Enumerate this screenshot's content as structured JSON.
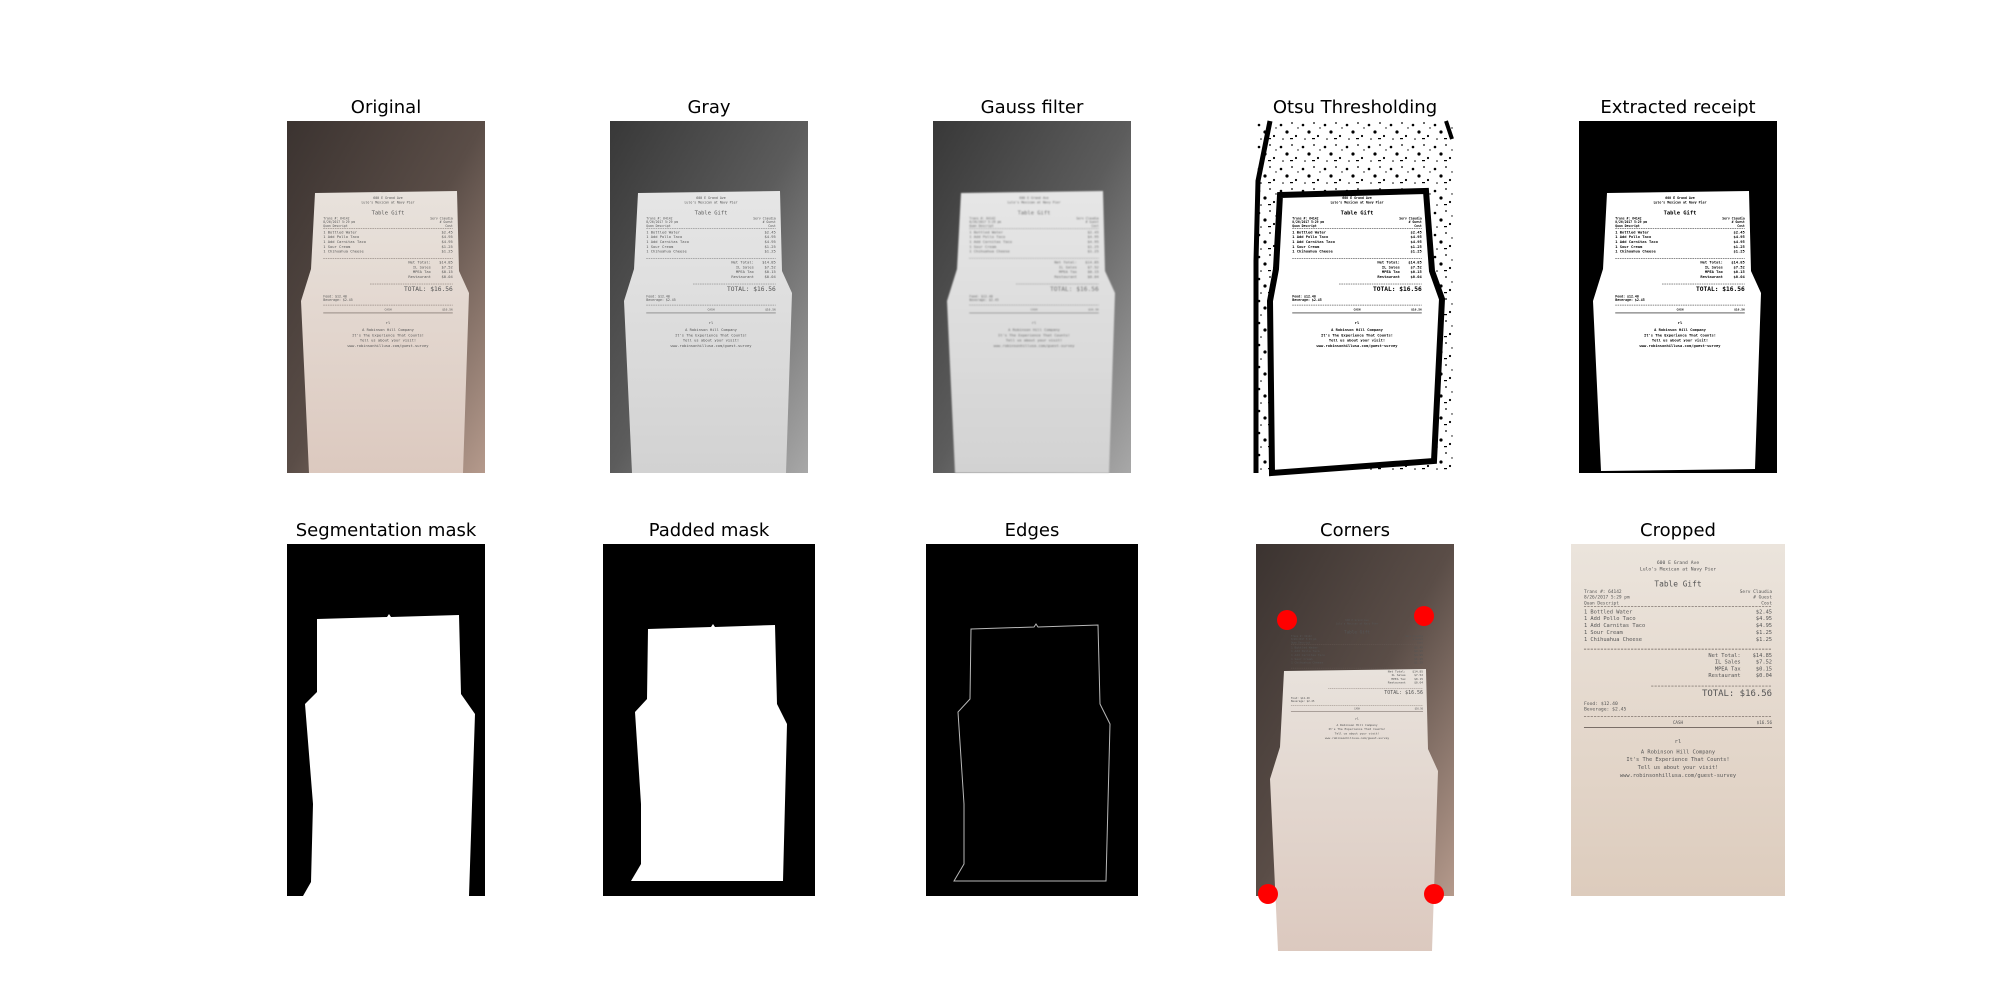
{
  "panels": [
    {
      "title": "Original"
    },
    {
      "title": "Gray"
    },
    {
      "title": "Gauss filter"
    },
    {
      "title": "Otsu Thresholding"
    },
    {
      "title": "Extracted receipt"
    },
    {
      "title": "Segmentation mask"
    },
    {
      "title": "Padded mask"
    },
    {
      "title": "Edges"
    },
    {
      "title": "Corners"
    },
    {
      "title": "Cropped"
    }
  ],
  "receipt": {
    "address": "600 E Grand Ave",
    "restaurant": "Lulo's Mexican at Navy Pier",
    "table": "Table  Gift",
    "trans": "Trans #:   64142",
    "server": "Serv Claudia",
    "date": "8/26/2017 5:29 pm",
    "guest": "# Guest",
    "col_desc": "Quan  Descript",
    "col_cost": "Cost",
    "items": [
      {
        "label": "1 Bottled Water",
        "price": "$2.45"
      },
      {
        "label": "1 Add  Pollo Taco",
        "price": "$4.95"
      },
      {
        "label": "1 Add Carnitas Taco",
        "price": "$4.95"
      },
      {
        "label": "1 Sour Cream",
        "price": "$1.25"
      },
      {
        "label": "1 Chihuahua Cheese",
        "price": "$1.25"
      }
    ],
    "totals": [
      {
        "label": "Net Total:",
        "value": "$14.85"
      },
      {
        "label": "IL Sales",
        "value": "$7.52"
      },
      {
        "label": "MPEA Tax",
        "value": "$0.15"
      },
      {
        "label": "Restaurant",
        "value": "$0.04"
      }
    ],
    "total_line": "TOTAL:  $16.56",
    "food": "Food: $12.40",
    "beverage": "Beverage: $2.45",
    "cash": "CASH",
    "cash_value": "$16.56",
    "footer_mark": "rl",
    "footer": [
      "A Robinson Hill Company",
      "It's The Experience That Counts!",
      "Tell us about your visit!",
      "www.robinsonhillusa.com/guest-survey"
    ]
  },
  "colors": {
    "corner_marker": "#ff0000",
    "mask_background": "#000000",
    "mask_foreground": "#ffffff"
  }
}
